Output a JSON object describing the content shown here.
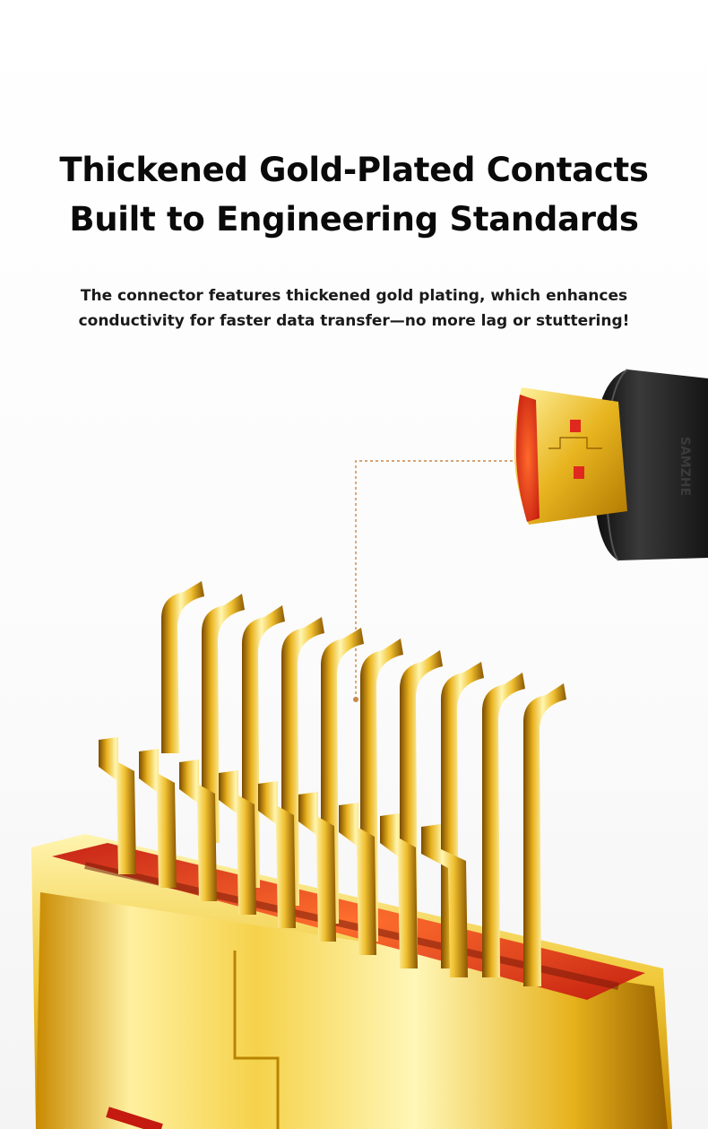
{
  "headline": {
    "line1": "Thickened Gold-Plated Contacts",
    "line2": "Built to Engineering Standards"
  },
  "subtext": {
    "line1": "The connector features thickened gold plating, which enhances",
    "line2": "conductivity for faster data transfer—no more lag or stuttering!"
  },
  "brand_logo_text": "SAMZHE",
  "colors": {
    "gold_light": "#fff3a0",
    "gold": "#e8b520",
    "gold_dark": "#8a5a00",
    "red_accent": "#e0281e",
    "cable_black": "#1c1c1c",
    "leader_line": "#c8874a"
  }
}
